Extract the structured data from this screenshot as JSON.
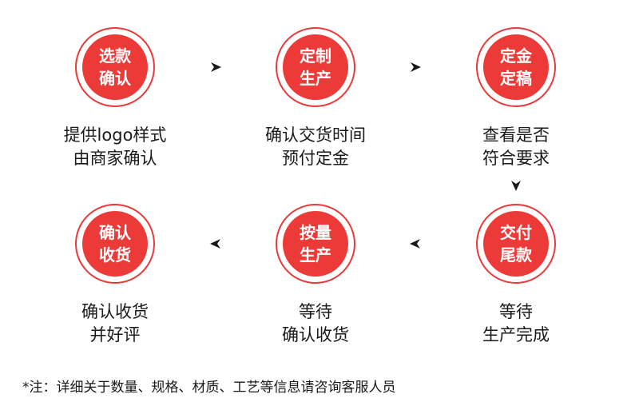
{
  "steps": [
    {
      "circle": [
        "选款",
        "确认"
      ],
      "desc": [
        "提供logo样式",
        "由商家确认"
      ]
    },
    {
      "circle": [
        "定制",
        "生产"
      ],
      "desc": [
        "确认交货时间",
        "预付定金"
      ]
    },
    {
      "circle": [
        "定金",
        "定稿"
      ],
      "desc": [
        "查看是否",
        "符合要求"
      ]
    },
    {
      "circle": [
        "交付",
        "尾款"
      ],
      "desc": [
        "等待",
        "生产完成"
      ]
    },
    {
      "circle": [
        "按量",
        "生产"
      ],
      "desc": [
        "等待",
        "确认收货"
      ]
    },
    {
      "circle": [
        "确认",
        "收货"
      ],
      "desc": [
        "确认收货",
        "并好评"
      ]
    }
  ],
  "note": "*注：详细关于数量、规格、材质、工艺等信息请咨询客服人员",
  "colors": {
    "accent": "#ec3a38",
    "ring": "#e83a3a",
    "text": "#1a1a1a"
  }
}
